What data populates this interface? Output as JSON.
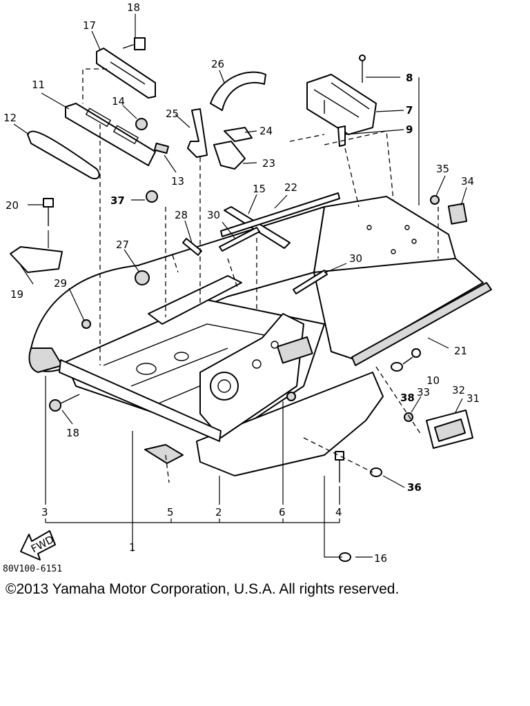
{
  "callouts": [
    "1",
    "2",
    "3",
    "4",
    "5",
    "6",
    "7",
    "8",
    "9",
    "10",
    "11",
    "12",
    "13",
    "14",
    "15",
    "16",
    "17",
    "18",
    "19",
    "20",
    "21",
    "22",
    "23",
    "24",
    "25",
    "26",
    "27",
    "28",
    "29",
    "30",
    "31",
    "32",
    "33",
    "34",
    "35",
    "36",
    "37",
    "38"
  ],
  "fwd_label": "FWD",
  "diagram_code": "80V100-6151",
  "copyright": "©2013 Yamaha Motor Corporation, U.S.A. All rights reserved."
}
